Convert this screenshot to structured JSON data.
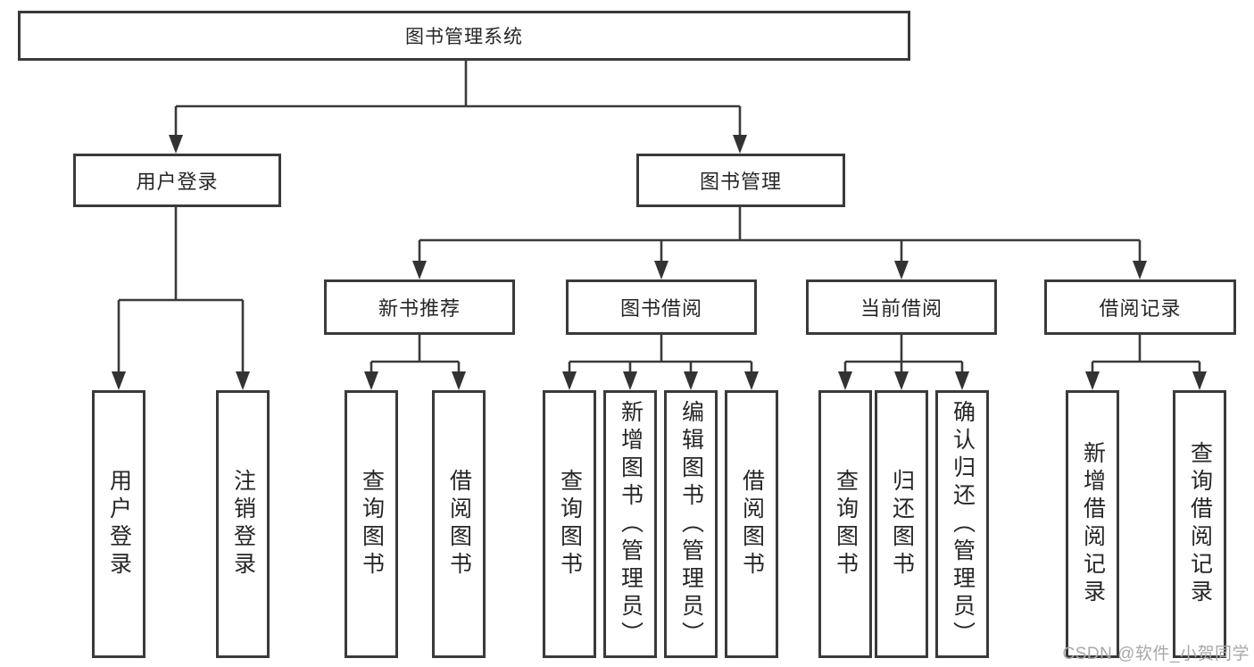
{
  "diagram": {
    "nodes": {
      "root": "图书管理系统",
      "user_login": "用户登录",
      "book_mgmt": "图书管理",
      "new_book_rec": "新书推荐",
      "book_borrow": "图书借阅",
      "current_borrow": "当前借阅",
      "borrow_records": "借阅记录",
      "leaf_user_login": "用户登录",
      "leaf_logout": "注销登录",
      "leaf_query_book_rec": "查询图书",
      "leaf_borrow_book_rec": "借阅图书",
      "leaf_query_book_borrow": "查询图书",
      "leaf_add_book_admin": "新增图书（管理员）",
      "leaf_edit_book_admin": "编辑图书（管理员）",
      "leaf_borrow_book_borrow": "借阅图书",
      "leaf_query_book_current": "查询图书",
      "leaf_return_book": "归还图书",
      "leaf_confirm_return_admin": "确认归还（管理员）",
      "leaf_add_borrow_record": "新增借阅记录",
      "leaf_query_borrow_record": "查询借阅记录"
    },
    "watermark": "CSDN @软件_小贺同学",
    "colors": {
      "line": "#3a3a3a",
      "text": "#262626",
      "background": "#ffffff",
      "watermark": "#a8a8a8"
    }
  }
}
